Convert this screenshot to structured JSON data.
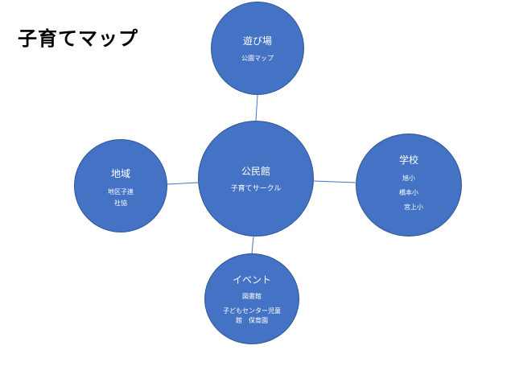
{
  "title": "子育てマップ",
  "colors": {
    "node_fill": "#4472c4",
    "node_border": "#2f5597",
    "connector": "#4472c4",
    "text_on_node": "#ffffff"
  },
  "nodes": {
    "play": {
      "title": "遊び場",
      "lines": [
        "公園マップ"
      ]
    },
    "center": {
      "title": "公民館",
      "lines": [
        "子育てサークル"
      ]
    },
    "region": {
      "title": "地域",
      "lines": [
        "地区子連",
        "社協"
      ]
    },
    "school": {
      "title": "学校",
      "lines": [
        "旭小",
        "橋本小",
        "宮上小"
      ]
    },
    "event": {
      "title": "イベント",
      "lines": [
        "図書館",
        "子どもセンター児童",
        "館　保育園"
      ]
    }
  }
}
